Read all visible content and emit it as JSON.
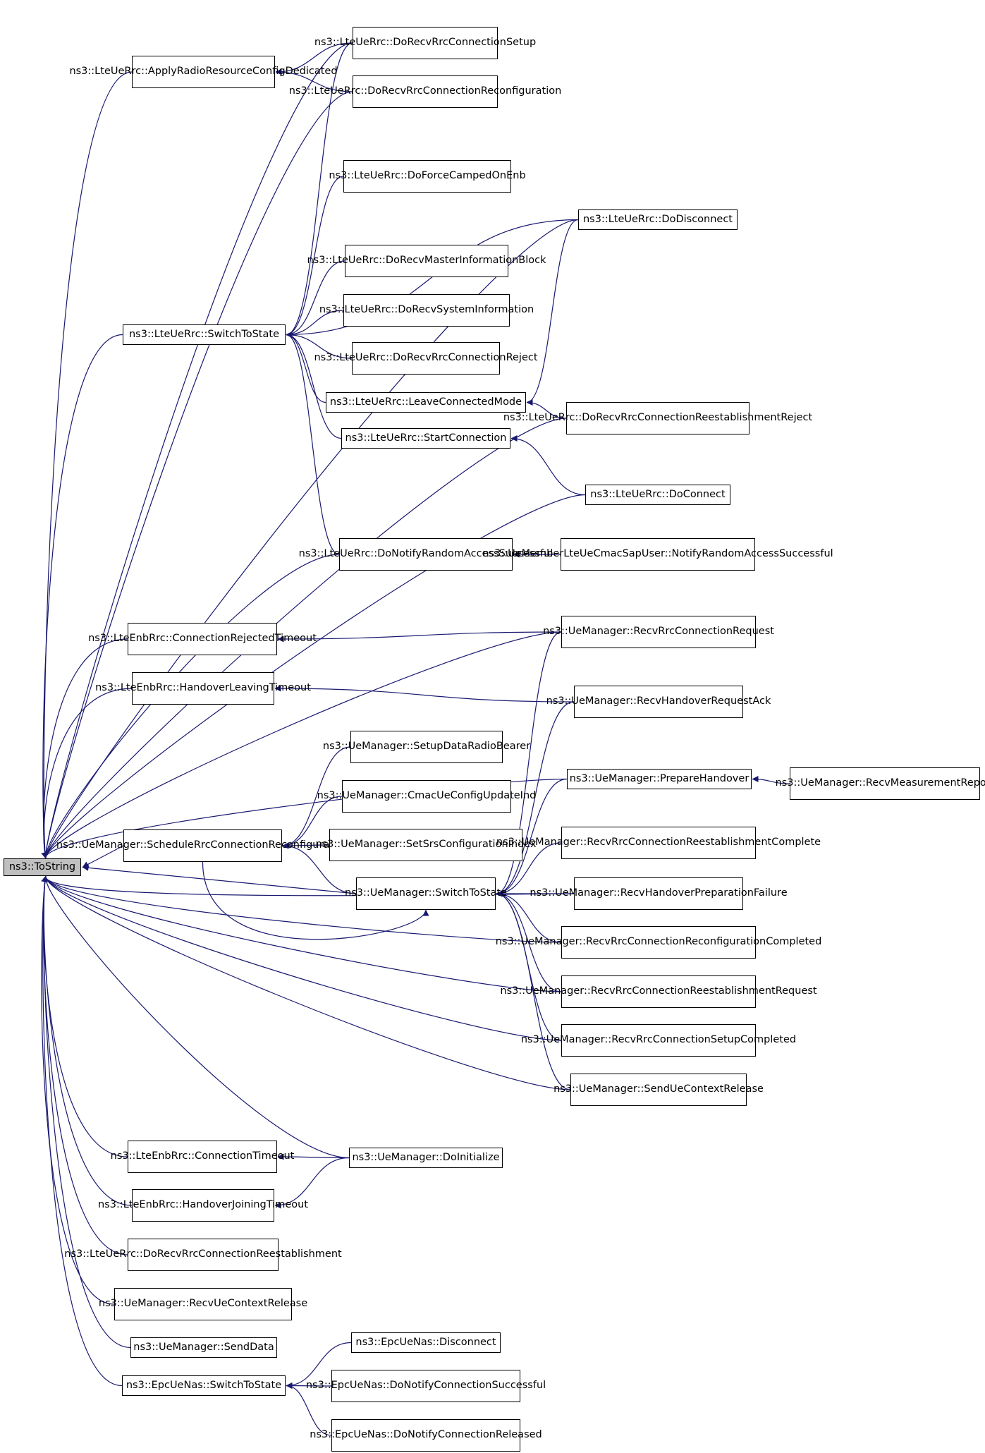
{
  "edge_color": "#191970",
  "root": {
    "id": "n0",
    "l1": "ns3::ToString",
    "l2": ""
  },
  "nodes": [
    {
      "id": "n1",
      "l1": "ns3::LteUeRrc::ApplyRadio",
      "l2": "ResourceConfigDedicated"
    },
    {
      "id": "n2",
      "l1": "ns3::LteUeRrc::DoRecvRrc",
      "l2": "ConnectionSetup"
    },
    {
      "id": "n3",
      "l1": "ns3::LteUeRrc::DoRecvRrc",
      "l2": "ConnectionReconfiguration"
    },
    {
      "id": "n4",
      "l1": "ns3::LteUeRrc::DoForceCamped",
      "l2": "OnEnb"
    },
    {
      "id": "n5",
      "l1": "ns3::LteUeRrc::DoDisconnect",
      "l2": ""
    },
    {
      "id": "n6",
      "l1": "ns3::LteUeRrc::DoRecvMaster",
      "l2": "InformationBlock"
    },
    {
      "id": "n7",
      "l1": "ns3::LteUeRrc::DoRecvSystem",
      "l2": "Information"
    },
    {
      "id": "n8",
      "l1": "ns3::LteUeRrc::SwitchToState",
      "l2": ""
    },
    {
      "id": "n9",
      "l1": "ns3::LteUeRrc::DoRecvRrc",
      "l2": "ConnectionReject"
    },
    {
      "id": "n10",
      "l1": "ns3::LteUeRrc::LeaveConnectedMode",
      "l2": ""
    },
    {
      "id": "n11",
      "l1": "ns3::LteUeRrc::DoRecvRrc",
      "l2": "ConnectionReestablishmentReject"
    },
    {
      "id": "n12",
      "l1": "ns3::LteUeRrc::StartConnection",
      "l2": ""
    },
    {
      "id": "n13",
      "l1": "ns3::LteUeRrc::DoConnect",
      "l2": ""
    },
    {
      "id": "n14",
      "l1": "ns3::LteUeRrc::DoNotifyRandom",
      "l2": "AccessSuccessful"
    },
    {
      "id": "n15",
      "l1": "ns3::UeMemberLteUeCmacSap",
      "l2": "User::NotifyRandomAccessSuccessful"
    },
    {
      "id": "n16",
      "l1": "ns3::LteEnbRrc::Connection",
      "l2": "RejectedTimeout"
    },
    {
      "id": "n17",
      "l1": "ns3::UeManager::RecvRrcConnection",
      "l2": "Request"
    },
    {
      "id": "n18",
      "l1": "ns3::LteEnbRrc::Handover",
      "l2": "LeavingTimeout"
    },
    {
      "id": "n19",
      "l1": "ns3::UeManager::RecvHandover",
      "l2": "RequestAck"
    },
    {
      "id": "n20",
      "l1": "ns3::UeManager::SetupData",
      "l2": "RadioBearer"
    },
    {
      "id": "n21",
      "l1": "ns3::UeManager::PrepareHandover",
      "l2": ""
    },
    {
      "id": "n22",
      "l1": "ns3::UeManager::RecvMeasurement",
      "l2": "Report"
    },
    {
      "id": "n23",
      "l1": "ns3::UeManager::CmacUeConfig",
      "l2": "UpdateInd"
    },
    {
      "id": "n24",
      "l1": "ns3::UeManager::Schedule",
      "l2": "RrcConnectionReconfiguration"
    },
    {
      "id": "n25",
      "l1": "ns3::UeManager::SetSrsConfiguration",
      "l2": "Index"
    },
    {
      "id": "n26",
      "l1": "ns3::UeManager::RecvRrcConnection",
      "l2": "ReestablishmentComplete"
    },
    {
      "id": "n27",
      "l1": "ns3::UeManager::SwitchTo",
      "l2": "State"
    },
    {
      "id": "n28",
      "l1": "ns3::UeManager::RecvHandover",
      "l2": "PreparationFailure"
    },
    {
      "id": "n29",
      "l1": "ns3::UeManager::RecvRrcConnection",
      "l2": "ReconfigurationCompleted"
    },
    {
      "id": "n30",
      "l1": "ns3::UeManager::RecvRrcConnection",
      "l2": "ReestablishmentRequest"
    },
    {
      "id": "n31",
      "l1": "ns3::UeManager::RecvRrcConnection",
      "l2": "SetupCompleted"
    },
    {
      "id": "n32",
      "l1": "ns3::UeManager::SendUeContext",
      "l2": "Release"
    },
    {
      "id": "n33",
      "l1": "ns3::LteEnbRrc::Connection",
      "l2": "Timeout"
    },
    {
      "id": "n34",
      "l1": "ns3::UeManager::DoInitialize",
      "l2": ""
    },
    {
      "id": "n35",
      "l1": "ns3::LteEnbRrc::Handover",
      "l2": "JoiningTimeout"
    },
    {
      "id": "n36",
      "l1": "ns3::LteUeRrc::DoRecvRrc",
      "l2": "ConnectionReestablishment"
    },
    {
      "id": "n37",
      "l1": "ns3::UeManager::RecvUeContext",
      "l2": "Release"
    },
    {
      "id": "n38",
      "l1": "ns3::UeManager::SendData",
      "l2": ""
    },
    {
      "id": "n39",
      "l1": "ns3::EpcUeNas::Disconnect",
      "l2": ""
    },
    {
      "id": "n40",
      "l1": "ns3::EpcUeNas::SwitchToState",
      "l2": ""
    },
    {
      "id": "n41",
      "l1": "ns3::EpcUeNas::DoNotifyConnection",
      "l2": "Successful"
    },
    {
      "id": "n42",
      "l1": "ns3::EpcUeNas::DoNotifyConnection",
      "l2": "Released"
    }
  ],
  "edges": [
    [
      "n2",
      "n0"
    ],
    [
      "n3",
      "n0"
    ],
    [
      "n5",
      "n0"
    ],
    [
      "n11",
      "n0"
    ],
    [
      "n13",
      "n0"
    ],
    [
      "n14",
      "n0"
    ],
    [
      "n17",
      "n0"
    ],
    [
      "n21",
      "n0"
    ],
    [
      "n28",
      "n0"
    ],
    [
      "n29",
      "n0"
    ],
    [
      "n30",
      "n0"
    ],
    [
      "n31",
      "n0"
    ],
    [
      "n32",
      "n0"
    ],
    [
      "n34",
      "n0"
    ],
    [
      "n1",
      "n0"
    ],
    [
      "n8",
      "n0"
    ],
    [
      "n16",
      "n0"
    ],
    [
      "n18",
      "n0"
    ],
    [
      "n24",
      "n0"
    ],
    [
      "n27",
      "n0"
    ],
    [
      "n33",
      "n0"
    ],
    [
      "n35",
      "n0"
    ],
    [
      "n36",
      "n0"
    ],
    [
      "n37",
      "n0"
    ],
    [
      "n38",
      "n0"
    ],
    [
      "n40",
      "n0"
    ],
    [
      "n2",
      "n1"
    ],
    [
      "n3",
      "n1"
    ],
    [
      "n2",
      "n8"
    ],
    [
      "n4",
      "n8"
    ],
    [
      "n5",
      "n8"
    ],
    [
      "n6",
      "n8"
    ],
    [
      "n7",
      "n8"
    ],
    [
      "n9",
      "n8"
    ],
    [
      "n10",
      "n8"
    ],
    [
      "n12",
      "n8"
    ],
    [
      "n14",
      "n8"
    ],
    [
      "n5",
      "n10"
    ],
    [
      "n11",
      "n10"
    ],
    [
      "n13",
      "n12"
    ],
    [
      "n15",
      "n14"
    ],
    [
      "n17",
      "n16"
    ],
    [
      "n19",
      "n18"
    ],
    [
      "n20",
      "n24"
    ],
    [
      "n23",
      "n24"
    ],
    [
      "n25",
      "n24"
    ],
    [
      "n27",
      "n24"
    ],
    [
      "n17",
      "n27"
    ],
    [
      "n19",
      "n27"
    ],
    [
      "n21",
      "n27"
    ],
    [
      "n26",
      "n27"
    ],
    [
      "n28",
      "n27"
    ],
    [
      "n29",
      "n27"
    ],
    [
      "n30",
      "n27"
    ],
    [
      "n31",
      "n27"
    ],
    [
      "n32",
      "n27"
    ],
    [
      "n24",
      "n27"
    ],
    [
      "n22",
      "n21"
    ],
    [
      "n34",
      "n33"
    ],
    [
      "n34",
      "n35"
    ],
    [
      "n39",
      "n40"
    ],
    [
      "n41",
      "n40"
    ],
    [
      "n42",
      "n40"
    ]
  ]
}
